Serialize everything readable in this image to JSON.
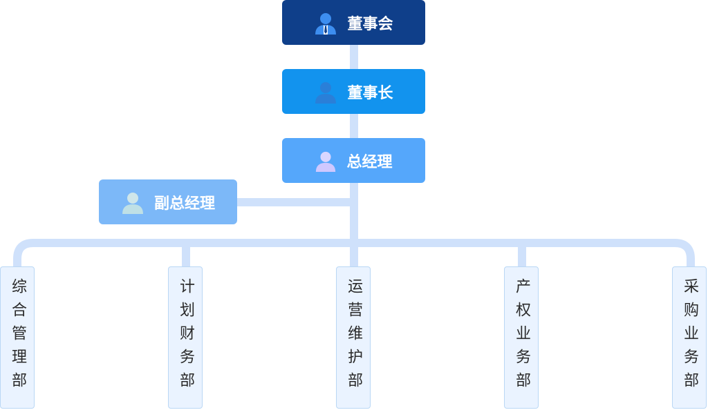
{
  "org": {
    "board": "董事会",
    "chairman": "董事长",
    "general_manager": "总经理",
    "deputy_general_manager": "副总经理"
  },
  "departments": [
    "综合管理部",
    "计划财务部",
    "运营维护部",
    "产权业务部",
    "采购业务部"
  ],
  "colors": {
    "board": "#0f3f8a",
    "chairman": "#1293ee",
    "general_manager": "#55a7fb",
    "deputy_general_manager": "#7cb8f8",
    "connector": "#cfe1fb",
    "department_bg": "#eaf3ff",
    "department_border": "#b9d7f5"
  },
  "icons": {
    "board": "business-person-icon",
    "chairman": "person-icon",
    "general_manager": "person-icon",
    "deputy_general_manager": "person-icon"
  }
}
